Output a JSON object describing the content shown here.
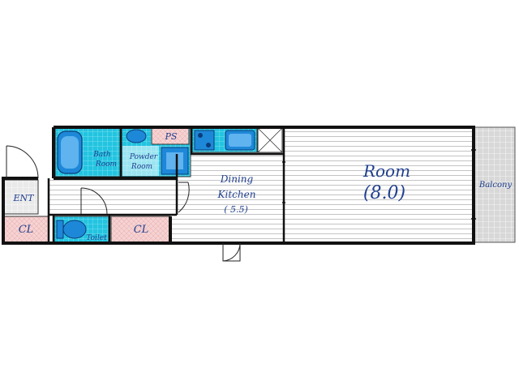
{
  "rooms": {
    "bath": {
      "line1": "Bath",
      "line2": "Room"
    },
    "powder": {
      "line1": "Powder",
      "line2": "Room"
    },
    "ps": "PS",
    "dining": {
      "line1": "Dining",
      "line2": "Kitchen",
      "size": "( 5.5)"
    },
    "room": {
      "name": "Room",
      "size": "(8.0)"
    },
    "balcony": "Balcony",
    "ent": "ENT",
    "cl_left": "CL",
    "cl_right": "CL",
    "toilet": "Toilet"
  },
  "colors": {
    "wall": "#111111",
    "tile_cyan": "#22c4e0",
    "fixture_blue": "#1e88d8",
    "closet_pink": "#f6d2d2",
    "balcony_gray": "#d8d8d8",
    "label_blue": "#1f3f8f"
  }
}
